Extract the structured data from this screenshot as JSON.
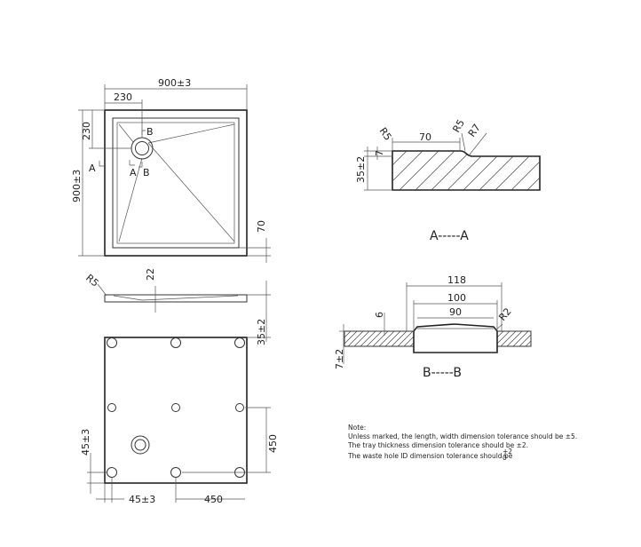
{
  "plan_view": {
    "overall_width": "900±3",
    "overall_length": "900±3",
    "waste_offset_x": "230",
    "waste_offset_y": "230",
    "edge_width": "70",
    "section_a_label": "A",
    "section_b_label": "B"
  },
  "side_view": {
    "radius": "R5",
    "fall": "22",
    "thickness": "35±2"
  },
  "underside_view": {
    "foot_offset_x": "45±3",
    "foot_offset_y": "45±3",
    "foot_spacing_x": "450",
    "foot_spacing_y": "450"
  },
  "section_a": {
    "radius_left": "R5",
    "edge_width": "70",
    "radius_mid": "R5",
    "radius_right": "R7",
    "top_step": "7",
    "thickness": "35±2",
    "title": "A-----A"
  },
  "section_b": {
    "outer_diameter": "118",
    "middle_diameter": "100",
    "inner_diameter": "90",
    "radius": "R2",
    "depth": "6",
    "base_height": "7±2",
    "title": "B-----B"
  },
  "note": {
    "heading": "Note:",
    "line1": "Unless marked, the length, width dimension tolerance should be ±5.",
    "line2": "The tray thickness dimension tolerance should be ±2.",
    "line3": "The waste hole ID dimension tolerance should be",
    "tol_upper": "+2",
    "tol_lower": "0"
  }
}
